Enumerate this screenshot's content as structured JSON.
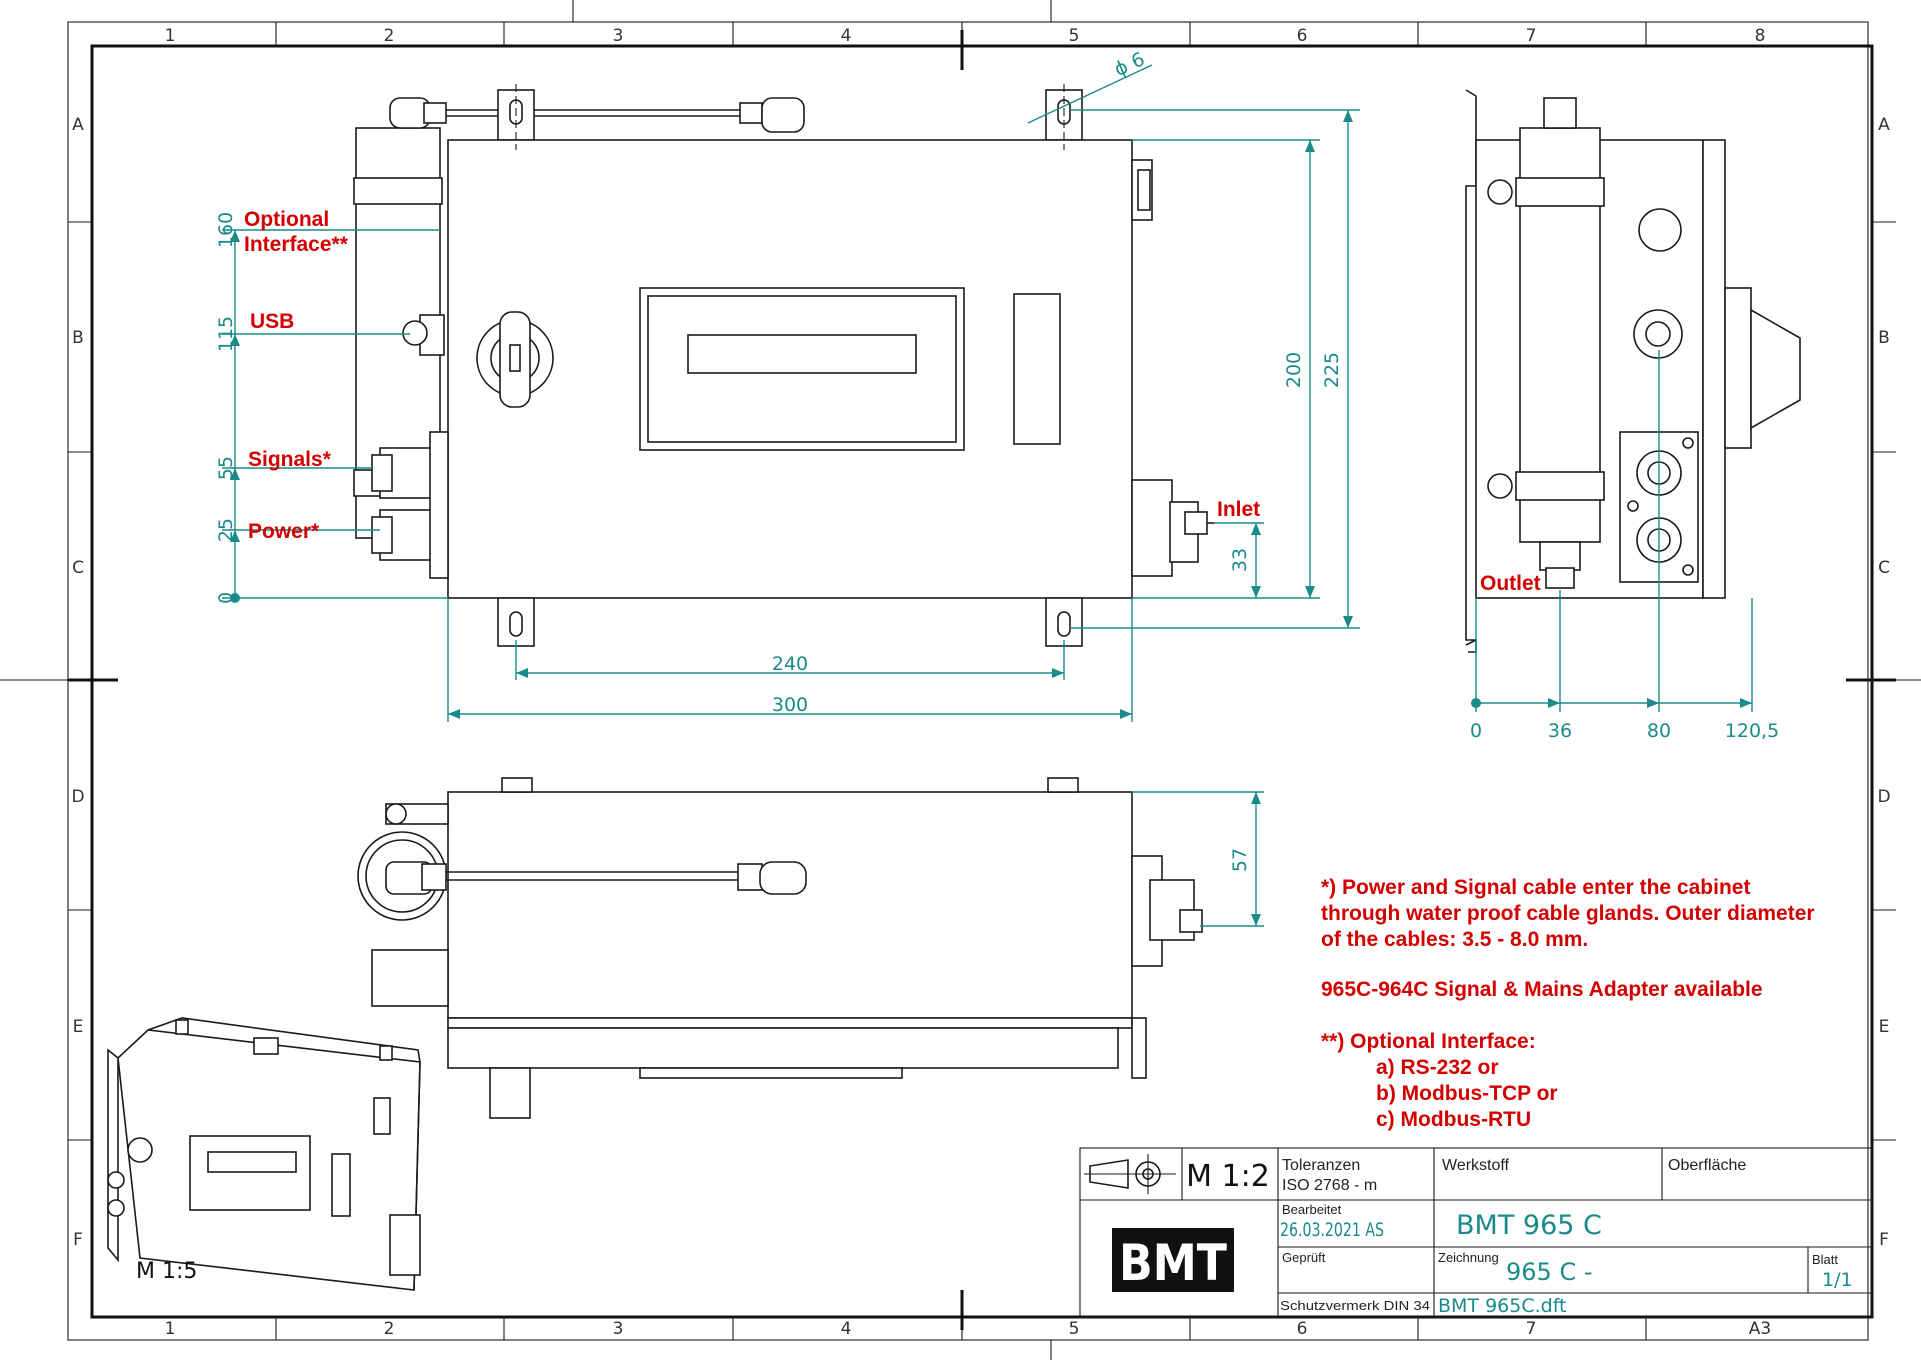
{
  "zones": {
    "columns": [
      "1",
      "2",
      "3",
      "4",
      "5",
      "6",
      "7",
      "8"
    ],
    "bottom_columns": [
      "1",
      "2",
      "3",
      "4",
      "5",
      "6",
      "7",
      "A3"
    ],
    "rows": [
      "A",
      "B",
      "C",
      "D",
      "E",
      "F"
    ]
  },
  "front_view": {
    "labels": {
      "optional_interface": "Optional\nInterface**",
      "usb": "USB",
      "signals": "Signals*",
      "power": "Power*",
      "inlet": "Inlet"
    },
    "left_dims": [
      "160",
      "115",
      "55",
      "25",
      "0"
    ],
    "right_dims": {
      "d200": "200",
      "d225": "225",
      "d33": "33"
    },
    "bottom_dims": {
      "d240": "240",
      "d300": "300"
    },
    "hole": "ϕ 6"
  },
  "side_view": {
    "outlet": "Outlet",
    "dims": [
      "0",
      "36",
      "80",
      "120,5"
    ]
  },
  "bottom_view": {
    "d57": "57"
  },
  "notes": {
    "power_signal": [
      "*) Power and Signal cable enter the cabinet",
      "through water proof cable glands. Outer diameter",
      "of the cables: 3.5 - 8.0 mm."
    ],
    "adapter": "965C-964C Signal & Mains Adapter available",
    "optional_title": "**) Optional Interface:",
    "optional_items": [
      "a) RS-232 or",
      "b) Modbus-TCP or",
      "c) Modbus-RTU"
    ]
  },
  "iso_view": {
    "scale": "M 1:5"
  },
  "title_block": {
    "scale": "M 1:2",
    "toleranzen_label": "Toleranzen",
    "toleranzen_value": "ISO 2768 - m",
    "werkstoff_label": "Werkstoff",
    "oberflaeche_label": "Oberfläche",
    "bearbeitet_label": "Bearbeitet",
    "bearbeitet_value": "26.03.2021 AS",
    "geprueft_label": "Geprüft",
    "schutz_label": "Schutzvermerk DIN 34",
    "name_value": "BMT 965 C",
    "zeichnung_label": "Zeichnung",
    "zeichnung_value": "965 C -",
    "blatt_label": "Blatt",
    "blatt_value": "1/1",
    "file_value": "BMT 965C.dft",
    "logo": "BMT"
  }
}
